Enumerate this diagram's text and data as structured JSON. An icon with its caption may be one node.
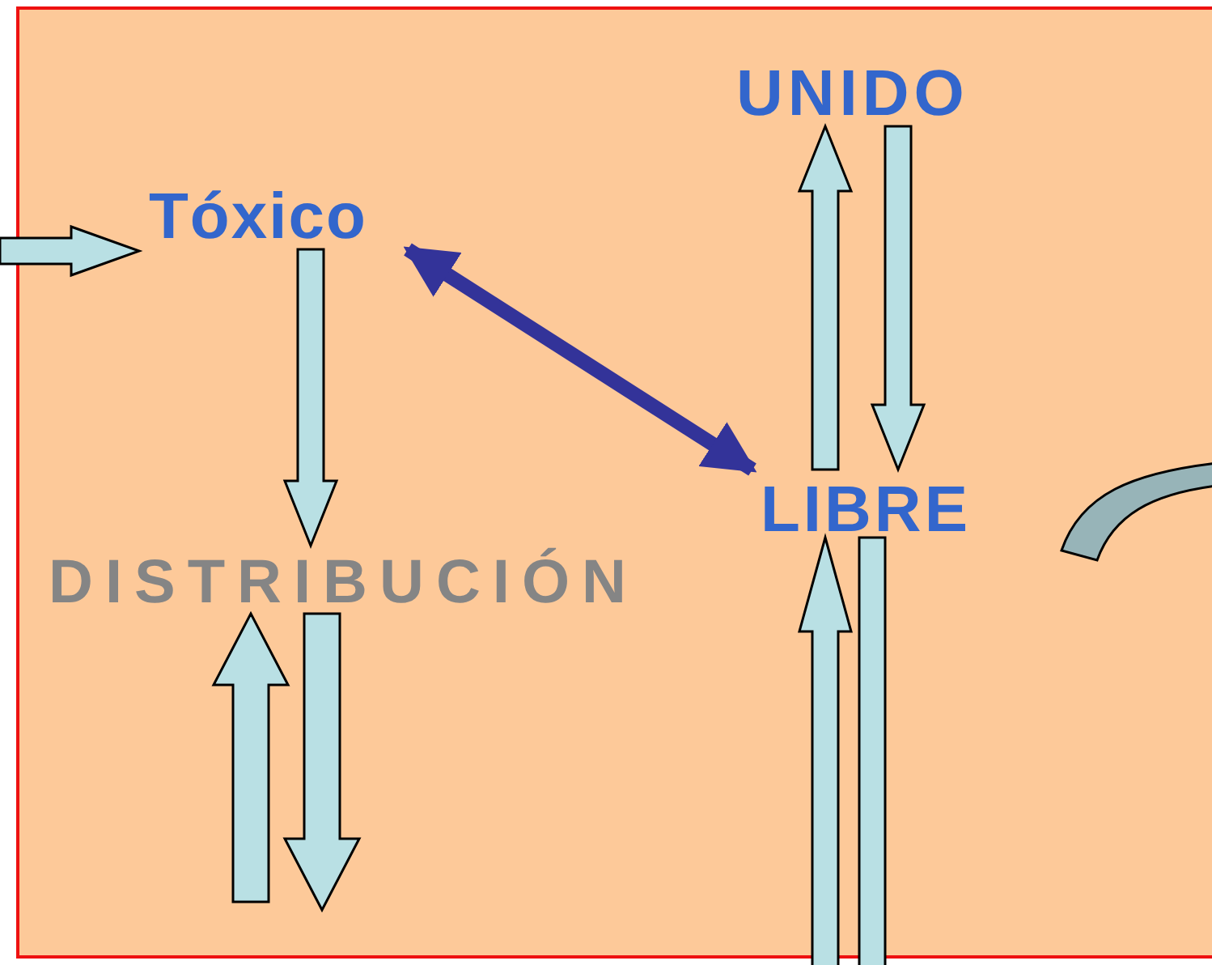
{
  "diagram": {
    "nodes": [
      {
        "text": [],
        "shape": "box"
      },
      {
        "text": [
          "Tóxico"
        ],
        "in": 0
      },
      {
        "text": [
          "UNIDO"
        ],
        "in": 0
      },
      {
        "text": [
          "LIBRE"
        ],
        "in": 0
      },
      {
        "text": [
          "DISTRIBUCIÓN"
        ],
        "in": 0
      }
    ],
    "edges": [
      {
        "from": null,
        "to": 1,
        "arrow": "to"
      },
      {
        "from": 1,
        "to": 4,
        "arrow": "to"
      },
      {
        "from": 1,
        "to": 3,
        "arrow": "both",
        "color": "#333399"
      },
      {
        "from": 3,
        "to": 2,
        "arrow": "to"
      },
      {
        "from": 2,
        "to": 3,
        "arrow": "to"
      },
      {
        "from": null,
        "to": 4,
        "arrow": "to"
      },
      {
        "from": 4,
        "to": null,
        "arrow": "to"
      },
      {
        "from": null,
        "to": 3,
        "arrow": "to"
      },
      {
        "from": 3,
        "to": null,
        "arrow": "none"
      }
    ]
  }
}
